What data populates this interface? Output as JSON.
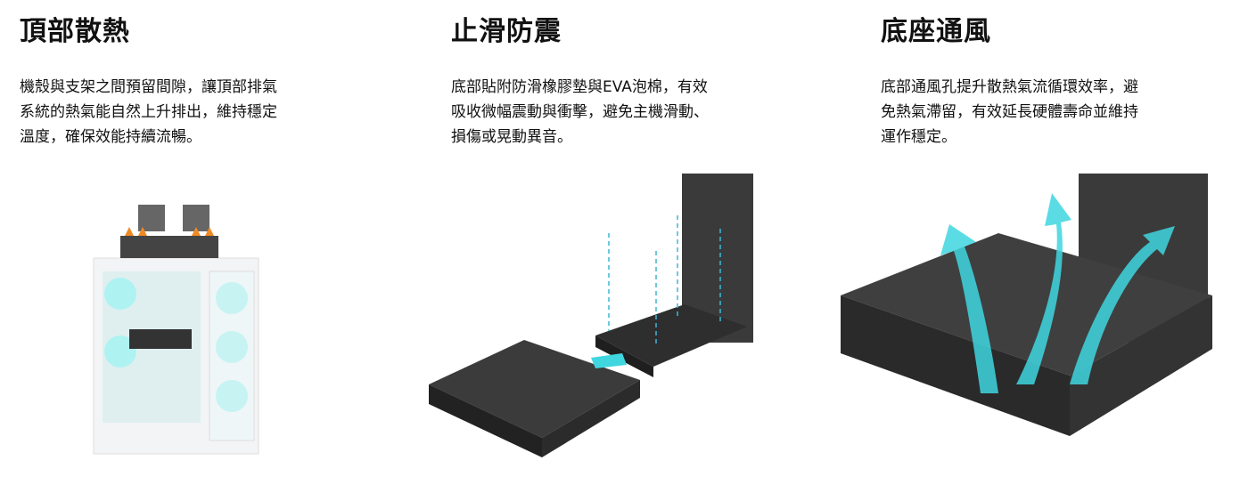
{
  "features": [
    {
      "title": "頂部散熱",
      "lines": [
        "機殼與支架之間預留間隙，讓頂部排氣",
        "系統的熱氣能自然上升排出，維持穩定",
        "溫度，確保效能持續流暢。"
      ],
      "image": "pc-case-top-exhaust"
    },
    {
      "title": "止滑防震",
      "lines": [
        "底部貼附防滑橡膠墊與EVA泡棉，有效",
        "吸收微幅震動與衝擊，避免主機滑動、",
        "損傷或晃動異音。"
      ],
      "image": "stand-exploded-view"
    },
    {
      "title": "底座通風",
      "lines": [
        "底部通風孔提升散熱氣流循環效率，避",
        "免熱氣滯留，有效延長硬體壽命並維持",
        "運作穩定。"
      ],
      "image": "stand-airflow"
    }
  ],
  "colors": {
    "text": "#111111",
    "airflow": "#3fd6e0",
    "stand": "#3a3a3a"
  }
}
